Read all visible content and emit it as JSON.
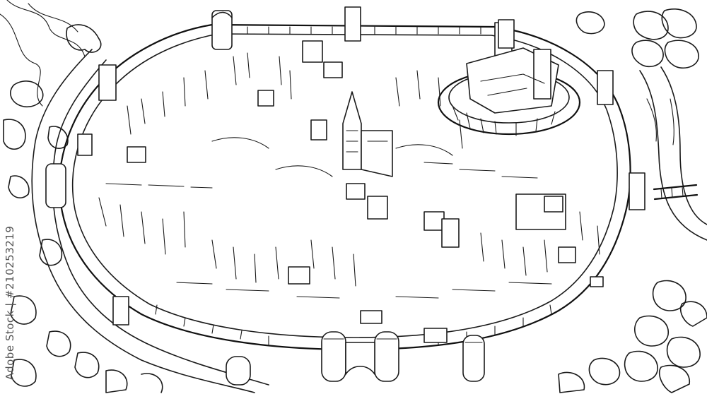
{
  "illustration": {
    "subject": "medieval walled town",
    "style": "line-art",
    "ink_color": "#1a1a1a",
    "paper_color": "#ffffff",
    "icons": [
      "castle-keep-icon",
      "cathedral-icon",
      "gatehouse-icon",
      "forest-icon",
      "river-icon",
      "bridge-icon"
    ]
  },
  "watermark": {
    "text": "Adobe Stock | #210253219",
    "color": "#555555"
  }
}
